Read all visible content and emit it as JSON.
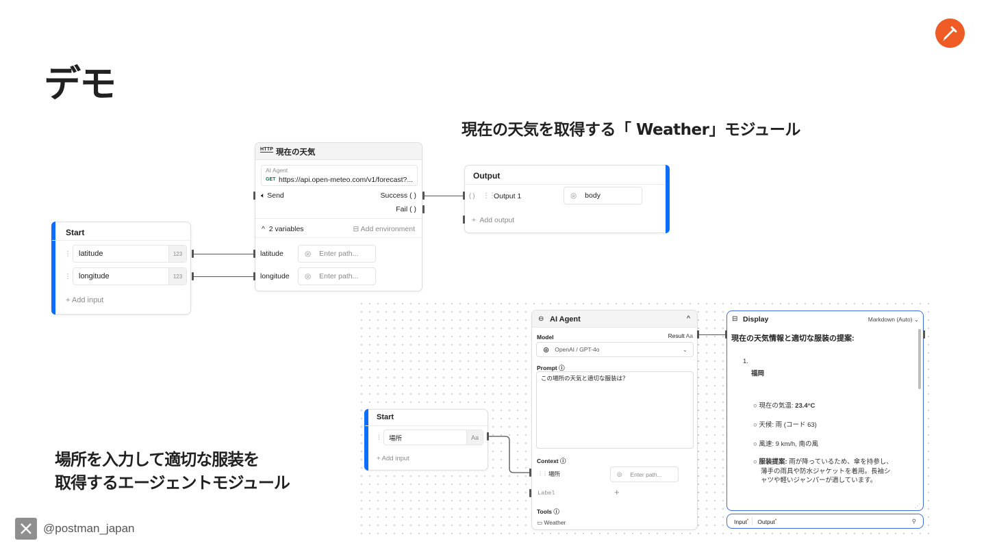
{
  "slide": {
    "title": "デモ",
    "caption_weather": "現在の天気を取得する「 Weather」モジュール",
    "caption_agent_line1": "場所を入力して適切な服装を",
    "caption_agent_line2": "取得するエージェントモジュール",
    "footer_handle": "@postman_japan"
  },
  "http_block": {
    "icon_text": "HTTP",
    "title": "現在の天気",
    "sub_label": "AI Agent",
    "method": "GET",
    "url": "https://api.open-meteo.com/v1/forecast?...",
    "send_label": "Send",
    "success_label": "Success ( )",
    "fail_label": "Fail ( )",
    "variables_label": "2 variables",
    "add_env_label": "Add environment",
    "var1_label": "latitude",
    "var2_label": "longitude",
    "path_placeholder": "Enter path..."
  },
  "start_block_1": {
    "title": "Start",
    "input1": "latitude",
    "input2": "longitude",
    "badge": "123",
    "add_input": "+ Add input"
  },
  "output_block": {
    "title": "Output",
    "output1": "Output 1",
    "value": "body",
    "add_output": "Add output",
    "brace": "( )"
  },
  "agent_block": {
    "title": "AI Agent",
    "model_label": "Model",
    "result_label": "Result",
    "result_type": "Aa",
    "model_value": "OpenAI / GPT-4o",
    "prompt_label": "Prompt ⓘ",
    "prompt_text": "この場所の天気と適切な服装は？",
    "context_label": "Context ⓘ",
    "context_item": "場所",
    "context_path": "Enter path...",
    "label_placeholder": "Label",
    "plus": "+",
    "tools_label": "Tools ⓘ",
    "tool_item": "Weather"
  },
  "start_block_2": {
    "title": "Start",
    "input1": "場所",
    "badge": "Aa",
    "add_input": "+ Add input"
  },
  "display_block": {
    "title": "Display",
    "mode": "Markdown (Auto)",
    "heading": "現在の天気情報と適切な服装の提案:",
    "list_num": "1.",
    "city": "福岡",
    "temp_prefix": "現在の気温: ",
    "temp_value": "23.4°C",
    "weather": "天候: 雨 (コード 63)",
    "wind": "風速: 9 km/h, 南の風",
    "advice_label": "服装提案:",
    "advice_line1": " 雨が降っているため、傘を持参し、",
    "advice_line2": "薄手の雨具や防水ジャケットを着用。長袖シ",
    "advice_line3": "ャツや軽いジャンパーが適しています。",
    "tab_input": "Input",
    "tab_output": "Output"
  },
  "colors": {
    "accent_blue": "#0d6efd",
    "postman_orange": "#ef5b25",
    "required_dot": "#e8590c"
  }
}
